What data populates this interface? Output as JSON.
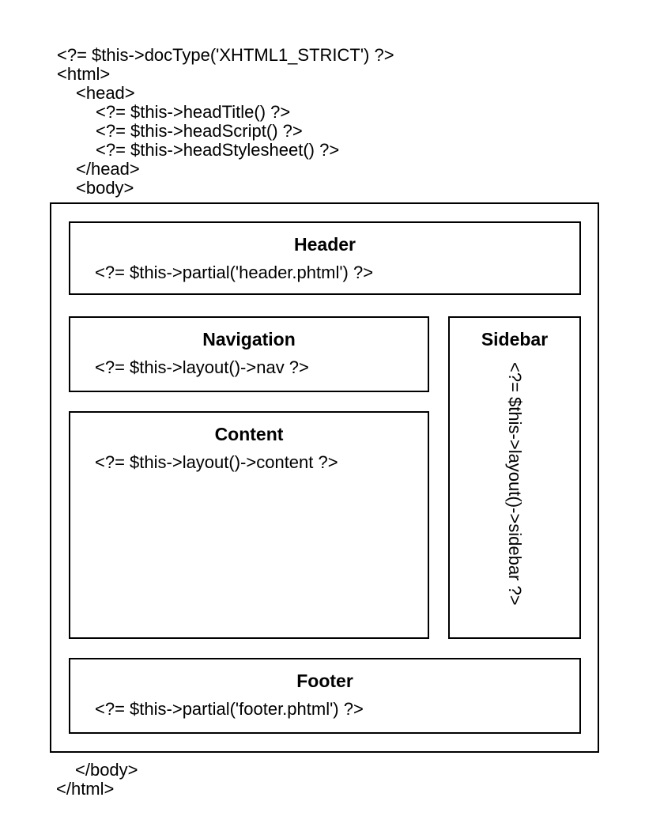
{
  "diagram": {
    "top_code": [
      "<?= $this->docType('XHTML1_STRICT') ?>",
      "<html>",
      "<head>",
      "<?= $this->headTitle() ?>",
      "<?= $this->headScript() ?>",
      "<?= $this->headStylesheet() ?>",
      "</head>",
      "<body>"
    ],
    "bottom_code": [
      "</body>",
      "</html>"
    ],
    "boxes": {
      "header": {
        "title": "Header",
        "code": "<?= $this->partial('header.phtml') ?>"
      },
      "navigation": {
        "title": "Navigation",
        "code": "<?= $this->layout()->nav ?>"
      },
      "content": {
        "title": "Content",
        "code": "<?= $this->layout()->content ?>"
      },
      "sidebar": {
        "title": "Sidebar",
        "code": "<?= $this->layout()->sidebar ?>"
      },
      "footer": {
        "title": "Footer",
        "code": "<?= $this->partial('footer.phtml') ?>"
      }
    },
    "colors": {
      "ink": "#000000",
      "paper": "#ffffff"
    }
  }
}
